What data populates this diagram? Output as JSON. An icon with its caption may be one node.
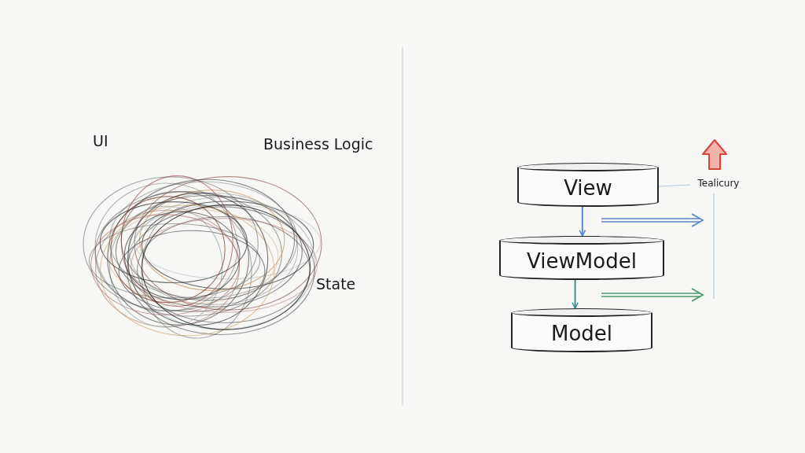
{
  "diagram": {
    "nodes": [
      {
        "text": [
          "View"
        ]
      },
      {
        "text": [
          "ViewModel"
        ]
      },
      {
        "text": [
          "Model"
        ]
      },
      {
        "text": [
          "Tealicury"
        ]
      }
    ],
    "edges": [
      {
        "from": 0,
        "to": 1,
        "arrow": "to",
        "color": "#4a7cc9"
      },
      {
        "from": 1,
        "to": 2,
        "arrow": "to",
        "color": "#2a8a8a"
      },
      {
        "from": 0,
        "to": 3,
        "arrow": "none",
        "color": "#b4cbe4"
      }
    ],
    "labels": [
      "UI",
      "Business Logic",
      "State"
    ]
  }
}
